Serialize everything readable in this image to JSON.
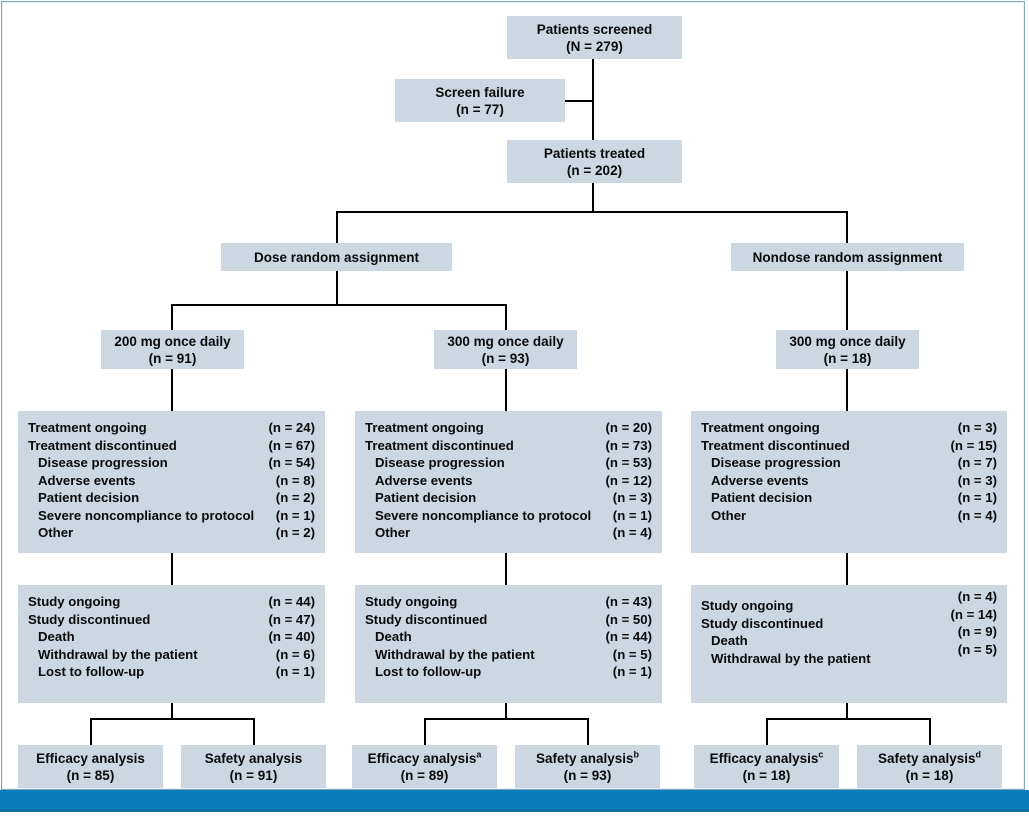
{
  "figure": {
    "type": "consort-flow-diagram",
    "box_fill": "#ccd7e2",
    "connector_color": "#000000",
    "accent_bar": "#0a7cb9"
  },
  "nodes": {
    "screened": {
      "label": "Patients screened",
      "count": "(N = 279)"
    },
    "screen_failure": {
      "label": "Screen failure",
      "count": "(n = 77)"
    },
    "treated": {
      "label": "Patients treated",
      "count": "(n = 202)"
    },
    "dose_random": {
      "label": "Dose random assignment"
    },
    "nondose_random": {
      "label": "Nondose random assignment"
    },
    "arm_200": {
      "label": "200 mg once daily",
      "count": "(n = 91)"
    },
    "arm_300": {
      "label": "300 mg once daily",
      "count": "(n = 93)"
    },
    "arm_300_nd": {
      "label": "300 mg once daily",
      "count": "(n = 18)"
    }
  },
  "treatment_status": [
    {
      "arm": "200 mg once daily",
      "rows": [
        {
          "label": "Treatment ongoing",
          "indent": false,
          "count": "(n = 24)"
        },
        {
          "label": "Treatment discontinued",
          "indent": false,
          "count": "(n = 67)"
        },
        {
          "label": "Disease progression",
          "indent": true,
          "count": "(n = 54)"
        },
        {
          "label": "Adverse events",
          "indent": true,
          "count": "(n = 8)"
        },
        {
          "label": "Patient decision",
          "indent": true,
          "count": "(n = 2)"
        },
        {
          "label": "Severe noncompliance to protocol",
          "indent": true,
          "count": "(n = 1)"
        },
        {
          "label": "Other",
          "indent": true,
          "count": "(n = 2)"
        }
      ]
    },
    {
      "arm": "300 mg once daily",
      "rows": [
        {
          "label": "Treatment ongoing",
          "indent": false,
          "count": "(n = 20)"
        },
        {
          "label": "Treatment discontinued",
          "indent": false,
          "count": "(n = 73)"
        },
        {
          "label": "Disease progression",
          "indent": true,
          "count": "(n = 53)"
        },
        {
          "label": "Adverse events",
          "indent": true,
          "count": "(n = 12)"
        },
        {
          "label": "Patient decision",
          "indent": true,
          "count": "(n = 3)"
        },
        {
          "label": "Severe noncompliance to protocol",
          "indent": true,
          "count": "(n = 1)"
        },
        {
          "label": "Other",
          "indent": true,
          "count": "(n = 4)"
        }
      ]
    },
    {
      "arm": "300 mg once daily (nondose)",
      "rows": [
        {
          "label": "Treatment ongoing",
          "indent": false,
          "count": "(n = 3)"
        },
        {
          "label": "Treatment discontinued",
          "indent": false,
          "count": "(n = 15)"
        },
        {
          "label": "Disease progression",
          "indent": true,
          "count": "(n = 7)"
        },
        {
          "label": "Adverse events",
          "indent": true,
          "count": "(n = 3)"
        },
        {
          "label": "Patient decision",
          "indent": true,
          "count": "(n = 1)"
        },
        {
          "label": "Other",
          "indent": true,
          "count": "(n = 4)"
        }
      ]
    }
  ],
  "study_status": [
    {
      "arm": "200 mg once daily",
      "rows": [
        {
          "label": "Study ongoing",
          "indent": false,
          "count": "(n = 44)"
        },
        {
          "label": "Study discontinued",
          "indent": false,
          "count": "(n = 47)"
        },
        {
          "label": "Death",
          "indent": true,
          "count": "(n = 40)"
        },
        {
          "label": "Withdrawal by the patient",
          "indent": true,
          "count": "(n = 6)"
        },
        {
          "label": "Lost to follow-up",
          "indent": true,
          "count": "(n = 1)"
        }
      ]
    },
    {
      "arm": "300 mg once daily",
      "rows": [
        {
          "label": "Study ongoing",
          "indent": false,
          "count": "(n = 43)"
        },
        {
          "label": "Study discontinued",
          "indent": false,
          "count": "(n = 50)"
        },
        {
          "label": "Death",
          "indent": true,
          "count": "(n = 44)"
        },
        {
          "label": "Withdrawal by the patient",
          "indent": true,
          "count": "(n = 5)"
        },
        {
          "label": "Lost to follow-up",
          "indent": true,
          "count": "(n = 1)"
        }
      ]
    },
    {
      "arm": "300 mg once daily (nondose)",
      "rows": [
        {
          "label": "Study ongoing",
          "indent": false,
          "count": "(n = 4)"
        },
        {
          "label": "Study discontinued",
          "indent": false,
          "count": "(n = 14)"
        },
        {
          "label": "Death",
          "indent": true,
          "count": "(n = 9)"
        },
        {
          "label": "Withdrawal by the patient",
          "indent": true,
          "count": "(n = 5)"
        }
      ]
    }
  ],
  "analysis": [
    {
      "label": "Efficacy analysis",
      "sup": "",
      "count": "(n = 85)"
    },
    {
      "label": "Safety analysis",
      "sup": "",
      "count": "(n = 91)"
    },
    {
      "label": "Efficacy analysis",
      "sup": "a",
      "count": "(n = 89)"
    },
    {
      "label": "Safety analysis",
      "sup": "b",
      "count": "(n = 93)"
    },
    {
      "label": "Efficacy analysis",
      "sup": "c",
      "count": "(n = 18)"
    },
    {
      "label": "Safety analysis",
      "sup": "d",
      "count": "(n = 18)"
    }
  ]
}
